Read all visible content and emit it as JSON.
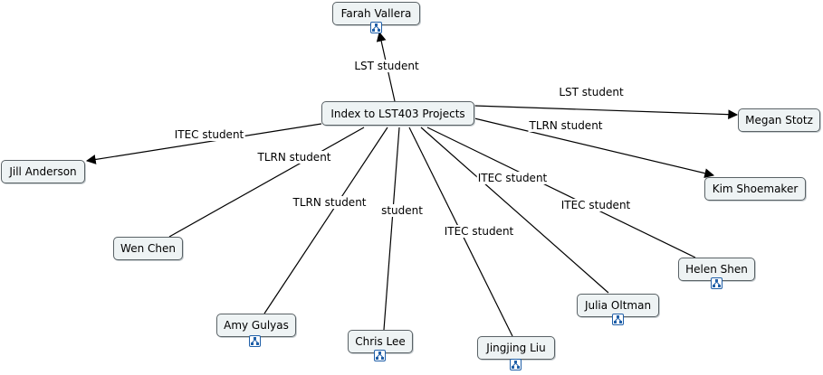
{
  "map": {
    "root": "Index to LST403 Projects",
    "nodes": {
      "farah": "Farah Vallera",
      "megan": "Megan Stotz",
      "jill": "Jill Anderson",
      "kim": "Kim Shoemaker",
      "wen": "Wen Chen",
      "helen": "Helen Shen",
      "julia": "Julia Oltman",
      "amy": "Amy Gulyas",
      "chris": "Chris Lee",
      "jingjing": "Jingjing Liu"
    },
    "links": {
      "farah": "LST student",
      "megan": "LST student",
      "jill": "ITEC student",
      "kim": "TLRN student",
      "wen": "TLRN student",
      "amy": "TLRN student",
      "chris": "student",
      "jingjing": "ITEC student",
      "julia": "ITEC student",
      "helen": "ITEC student"
    },
    "icon": "concept-map-resource-icon",
    "colors": {
      "node_fill": "#eef3f4",
      "node_border": "#5a6266",
      "line": "#000000",
      "icon": "#1f5fa8"
    }
  }
}
